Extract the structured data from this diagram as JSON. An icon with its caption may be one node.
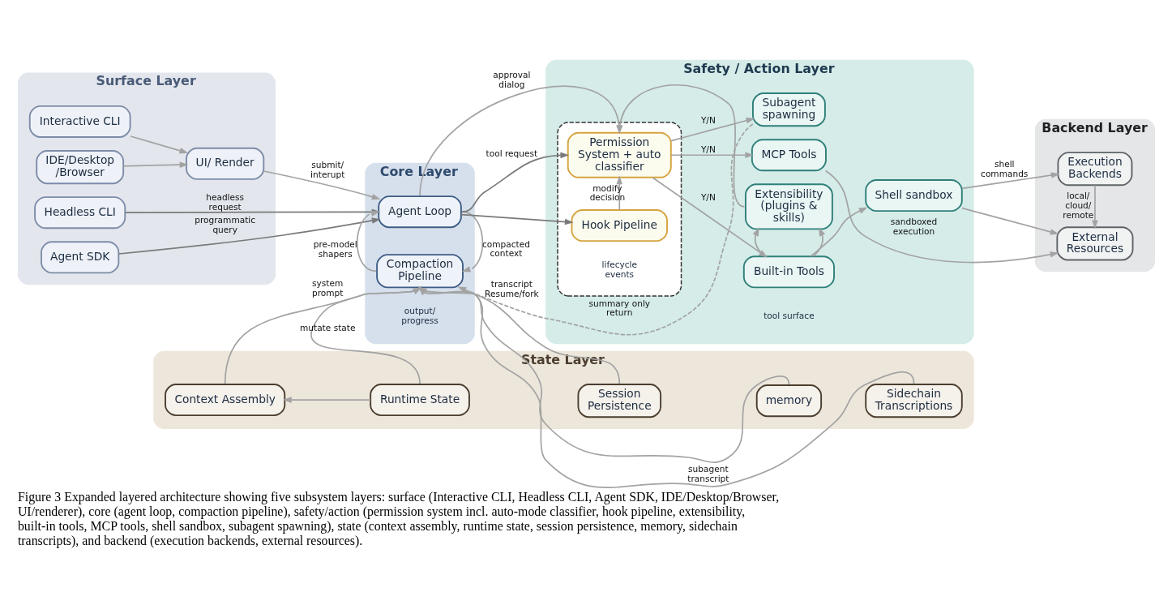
{
  "diagram": {
    "caption": "Figure 3 Expanded layered architecture showing five subsystem layers: surface (Interactive CLI, Headless CLI, Agent SDK, IDE/Desktop/Browser, UI/renderer), core (agent loop, compaction pipeline), safety/action (permission system incl. auto-mode classifier, hook pipeline, extensibility, built-in tools, MCP tools, shell sandbox, subagent spawning), state (context assembly, runtime state, session persistence, memory, sidechain transcripts), and backend (execution backends, external resources).",
    "nodes": [
      {
        "text": [
          "Surface Layer"
        ]
      },
      {
        "text": [
          "Interactive CLI"
        ],
        "in": 0
      },
      {
        "text": [
          "IDE/Desktop /Browser"
        ],
        "in": 0
      },
      {
        "text": [
          "UI/ Render"
        ],
        "in": 0
      },
      {
        "text": [
          "Headless CLI"
        ],
        "in": 0
      },
      {
        "text": [
          "Agent SDK"
        ],
        "in": 0
      },
      {
        "text": [
          "Core Layer"
        ]
      },
      {
        "text": [
          "Agent Loop"
        ],
        "in": 6
      },
      {
        "text": [
          "Compaction Pipeline"
        ],
        "in": 6
      },
      {
        "text": [
          "Safety / Action Layer"
        ]
      },
      {
        "text": [],
        "shape": "box",
        "in": 9
      },
      {
        "text": [
          "Permission System + auto classifier"
        ],
        "in": 10
      },
      {
        "text": [
          "Hook Pipeline"
        ],
        "in": 10
      },
      {
        "text": [
          "Extensibility (plugins & skills)"
        ],
        "in": 9
      },
      {
        "text": [
          "Built-in Tools"
        ],
        "in": 9
      },
      {
        "text": [
          "MCP Tools"
        ],
        "in": 9
      },
      {
        "text": [
          "Subagent spawning"
        ],
        "in": 9
      },
      {
        "text": [
          "Shell sandbox"
        ],
        "in": 9
      },
      {
        "text": [
          "Backend Layer"
        ]
      },
      {
        "text": [
          "Execution Backends"
        ],
        "in": 18
      },
      {
        "text": [
          "External Resources"
        ],
        "in": 18
      },
      {
        "text": [
          "State Layer"
        ]
      },
      {
        "text": [
          "Context Assembly"
        ],
        "in": 21
      },
      {
        "text": [
          "Runtime State"
        ],
        "in": 21
      },
      {
        "text": [
          "Session Persistence"
        ],
        "in": 21
      },
      {
        "text": [
          "memory"
        ],
        "in": 21
      },
      {
        "text": [
          "Sidechain Transcriptions"
        ],
        "in": 21
      }
    ],
    "edges": [
      {
        "from": 1,
        "to": 3,
        "arrow": "to"
      },
      {
        "from": 2,
        "to": 3,
        "arrow": "to"
      },
      {
        "from": 3,
        "to": 7,
        "arrow": "to",
        "label": "submit/ interupt"
      },
      {
        "from": 4,
        "to": 7,
        "arrow": "to",
        "label": "headless request",
        "color": "#7a7a7a"
      },
      {
        "from": 5,
        "to": 7,
        "arrow": "to",
        "label": "programmatic query",
        "color": "#7a7a7a"
      },
      {
        "from": 7,
        "to": 11,
        "arrow": "to",
        "label": "approval dialog"
      },
      {
        "from": 13,
        "to": 11,
        "arrow": "to"
      },
      {
        "from": 7,
        "to": 11,
        "arrow": "to",
        "label": "tool request",
        "color": "#7a7a7a"
      },
      {
        "from": 7,
        "to": 12,
        "arrow": "to",
        "color": "#7a7a7a"
      },
      {
        "from": 7,
        "to": 8,
        "arrow": "to",
        "label": "compacted context"
      },
      {
        "from": 8,
        "to": 7,
        "arrow": "to",
        "label": "pre-model shapers"
      },
      {
        "from": 12,
        "to": 11,
        "arrow": "to",
        "label": "modify decision"
      },
      {
        "from": 11,
        "to": 14,
        "arrow": "to",
        "label": "Y/N"
      },
      {
        "from": 11,
        "to": 15,
        "arrow": "to",
        "label": "Y/N"
      },
      {
        "from": 11,
        "to": 16,
        "arrow": "to",
        "label": "Y/N"
      },
      {
        "from": 14,
        "to": 13,
        "arrow": "to"
      },
      {
        "from": 14,
        "to": 13,
        "arrow": "to"
      },
      {
        "from": 14,
        "to": 17,
        "arrow": "to"
      },
      {
        "from": 17,
        "to": 19,
        "arrow": "to",
        "label": "shell commands"
      },
      {
        "from": 17,
        "to": 20,
        "arrow": "to"
      },
      {
        "from": 15,
        "to": 20,
        "arrow": "to",
        "label": "sandboxed execution"
      },
      {
        "from": 19,
        "to": 20,
        "arrow": "to",
        "label": "local/ cloud/ remote"
      },
      {
        "from": 16,
        "to": 8,
        "arrow": "to",
        "label": "summary only return",
        "style": "dashed"
      },
      {
        "from": 23,
        "to": 22,
        "arrow": "to"
      },
      {
        "from": 22,
        "to": 8,
        "arrow": "to",
        "label": "system prompt"
      },
      {
        "from": 23,
        "to": 8,
        "arrow": "to",
        "label": "mutate state"
      },
      {
        "from": 24,
        "to": 8,
        "arrow": "to",
        "label": "transcript Resume/fork"
      },
      {
        "from": 25,
        "to": 8,
        "arrow": "to"
      },
      {
        "from": 26,
        "to": 8,
        "arrow": "to",
        "label": "subagent transcript"
      }
    ],
    "labels": [
      "output/ progress",
      "lifecycle events",
      "tool surface"
    ]
  }
}
